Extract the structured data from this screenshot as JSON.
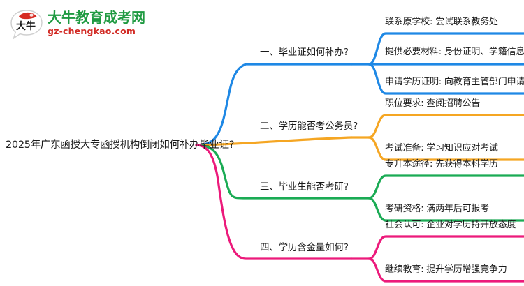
{
  "logo": {
    "mark_text": "大牛",
    "name_cn": "大牛教育成考网",
    "name_en": "gz-chengkao.com",
    "colors": {
      "cn": "#1f9a41",
      "en": "#d22a24",
      "cap": "#d62b22"
    }
  },
  "mindmap": {
    "root": {
      "label": "2025年广东函授大专函授机构倒闭如何补办毕业证?"
    },
    "branches": [
      {
        "index": "1",
        "label": "一、毕业证如何补办?",
        "color": "#1e88e5",
        "children": [
          {
            "label": "联系原学校: 尝试联系教务处"
          },
          {
            "label": "提供必要材料: 身份证明、学籍信息"
          },
          {
            "label": "申请学历证明: 向教育主管部门申请"
          }
        ]
      },
      {
        "index": "2",
        "label": "二、学历能否考公务员?",
        "color": "#f5a623",
        "children": [
          {
            "label": "职位要求: 查阅招聘公告"
          },
          {
            "label": "考试准备: 学习知识应对考试"
          }
        ]
      },
      {
        "index": "3",
        "label": "三、毕业生能否考研?",
        "color": "#1aab54",
        "children": [
          {
            "label": "专升本途径: 先获得本科学历"
          },
          {
            "label": "考研资格: 满两年后可报考"
          }
        ]
      },
      {
        "index": "4",
        "label": "四、学历含金量如何?",
        "color": "#ec1a7b",
        "children": [
          {
            "label": "社会认可: 企业对学历持开放态度"
          },
          {
            "label": "继续教育: 提升学历增强竞争力"
          }
        ]
      }
    ]
  }
}
